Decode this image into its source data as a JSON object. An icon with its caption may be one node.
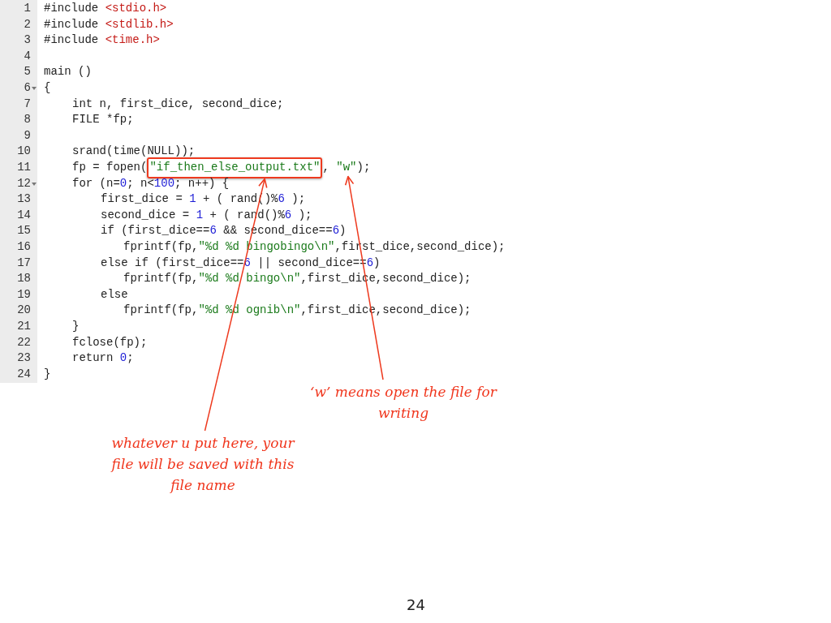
{
  "diagram": {
    "nodes": [
      {
        "text": [
          "\"if_then_else_output.txt\""
        ]
      },
      {
        "text": [
          ", \"w\");"
        ]
      },
      {
        "text": [
          "whatever u put here, your file will be saved with this file name"
        ]
      },
      {
        "text": [
          "‘w’ means open the file for writing"
        ]
      }
    ],
    "edges": [
      {
        "from": 2,
        "to": 0,
        "arrow": "to"
      },
      {
        "from": 3,
        "to": 1,
        "arrow": "to"
      }
    ],
    "labels": [
      "1",
      "#include <stdio.h>",
      "2",
      "#include <stdlib.h>",
      "3",
      "#include <time.h>",
      "4",
      "5",
      "main ()",
      "6",
      "{",
      "7",
      "int n, first_dice, second_dice;",
      "8",
      "FILE *fp;",
      "9",
      "10",
      "srand(time(NULL));",
      "11",
      "fp = fopen(",
      "12",
      "for (n=0; n<100; n++) {",
      "13",
      "first_dice = 1 + ( rand()%6 );",
      "14",
      "second_dice = 1 + ( rand()%6 );",
      "15",
      "if (first_dice==6 && second_dice==6)",
      "16",
      "fprintf(fp,\"%d %d bingobingo\\n\",first_dice,second_dice);",
      "17",
      "else if (first_dice==6 || second_dice==6)",
      "18",
      "fprintf(fp,\"%d %d bingo\\n\",first_dice,second_dice);",
      "19",
      "else",
      "20",
      "fprintf(fp,\"%d %d ognib\\n\",first_dice,second_dice);",
      "21",
      "}",
      "22",
      "fclose(fp);",
      "23",
      "return 0;",
      "24",
      "}",
      "24"
    ]
  }
}
